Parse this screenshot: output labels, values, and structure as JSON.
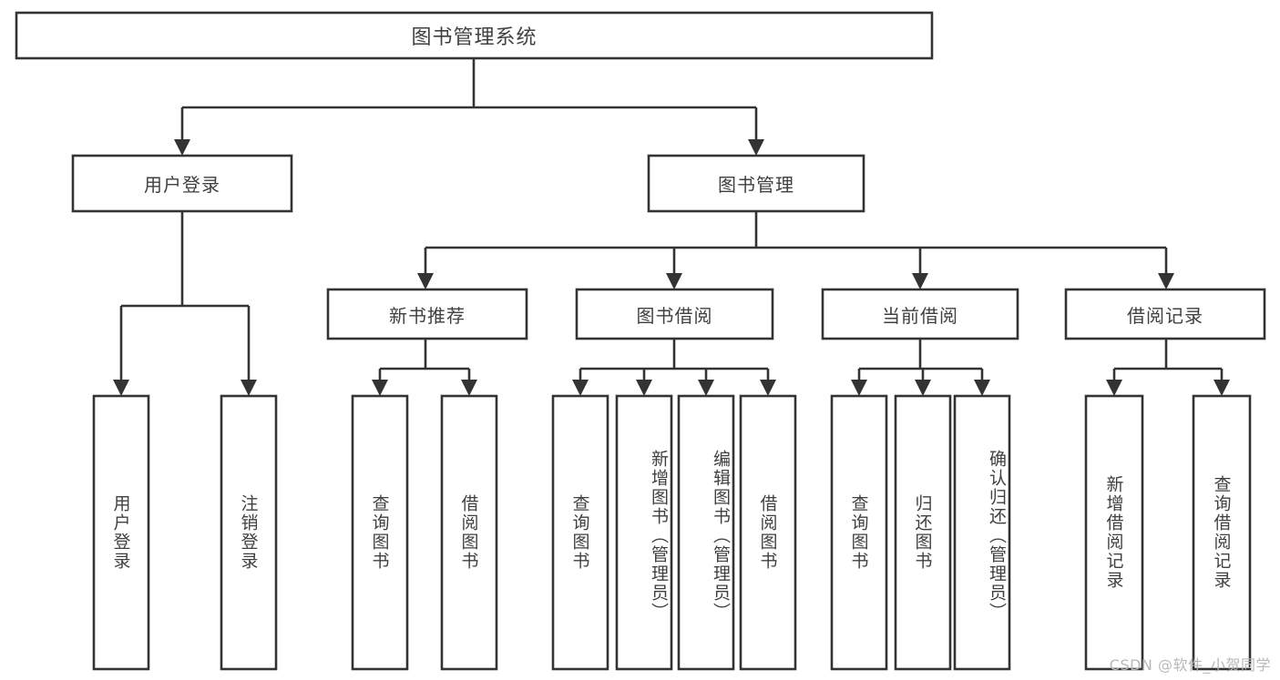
{
  "diagram": {
    "title": "图书管理系统",
    "watermark": "CSDN @软件_小贺同学",
    "colors": {
      "stroke": "#333333",
      "fill": "#ffffff",
      "text": "#404040",
      "watermark": "#b8b8b8",
      "background": "#ffffff"
    },
    "root": {
      "label": "图书管理系统"
    },
    "level2": [
      {
        "label": "用户登录"
      },
      {
        "label": "图书管理"
      }
    ],
    "level3": [
      {
        "label": "新书推荐"
      },
      {
        "label": "图书借阅"
      },
      {
        "label": "当前借阅"
      },
      {
        "label": "借阅记录"
      }
    ],
    "leaves": {
      "user_login": [
        {
          "label": "用户登录"
        },
        {
          "label": "注销登录"
        }
      ],
      "new_book_recommend": [
        {
          "label": "查询图书"
        },
        {
          "label": "借阅图书"
        }
      ],
      "book_borrow": [
        {
          "label": "查询图书"
        },
        {
          "label": "新增图书（管理员）"
        },
        {
          "label": "编辑图书（管理员）"
        },
        {
          "label": "借阅图书"
        }
      ],
      "current_borrow": [
        {
          "label": "查询图书"
        },
        {
          "label": "归还图书"
        },
        {
          "label": "确认归还（管理员）"
        }
      ],
      "borrow_record": [
        {
          "label": "新增借阅记录"
        },
        {
          "label": "查询借阅记录"
        }
      ]
    }
  }
}
